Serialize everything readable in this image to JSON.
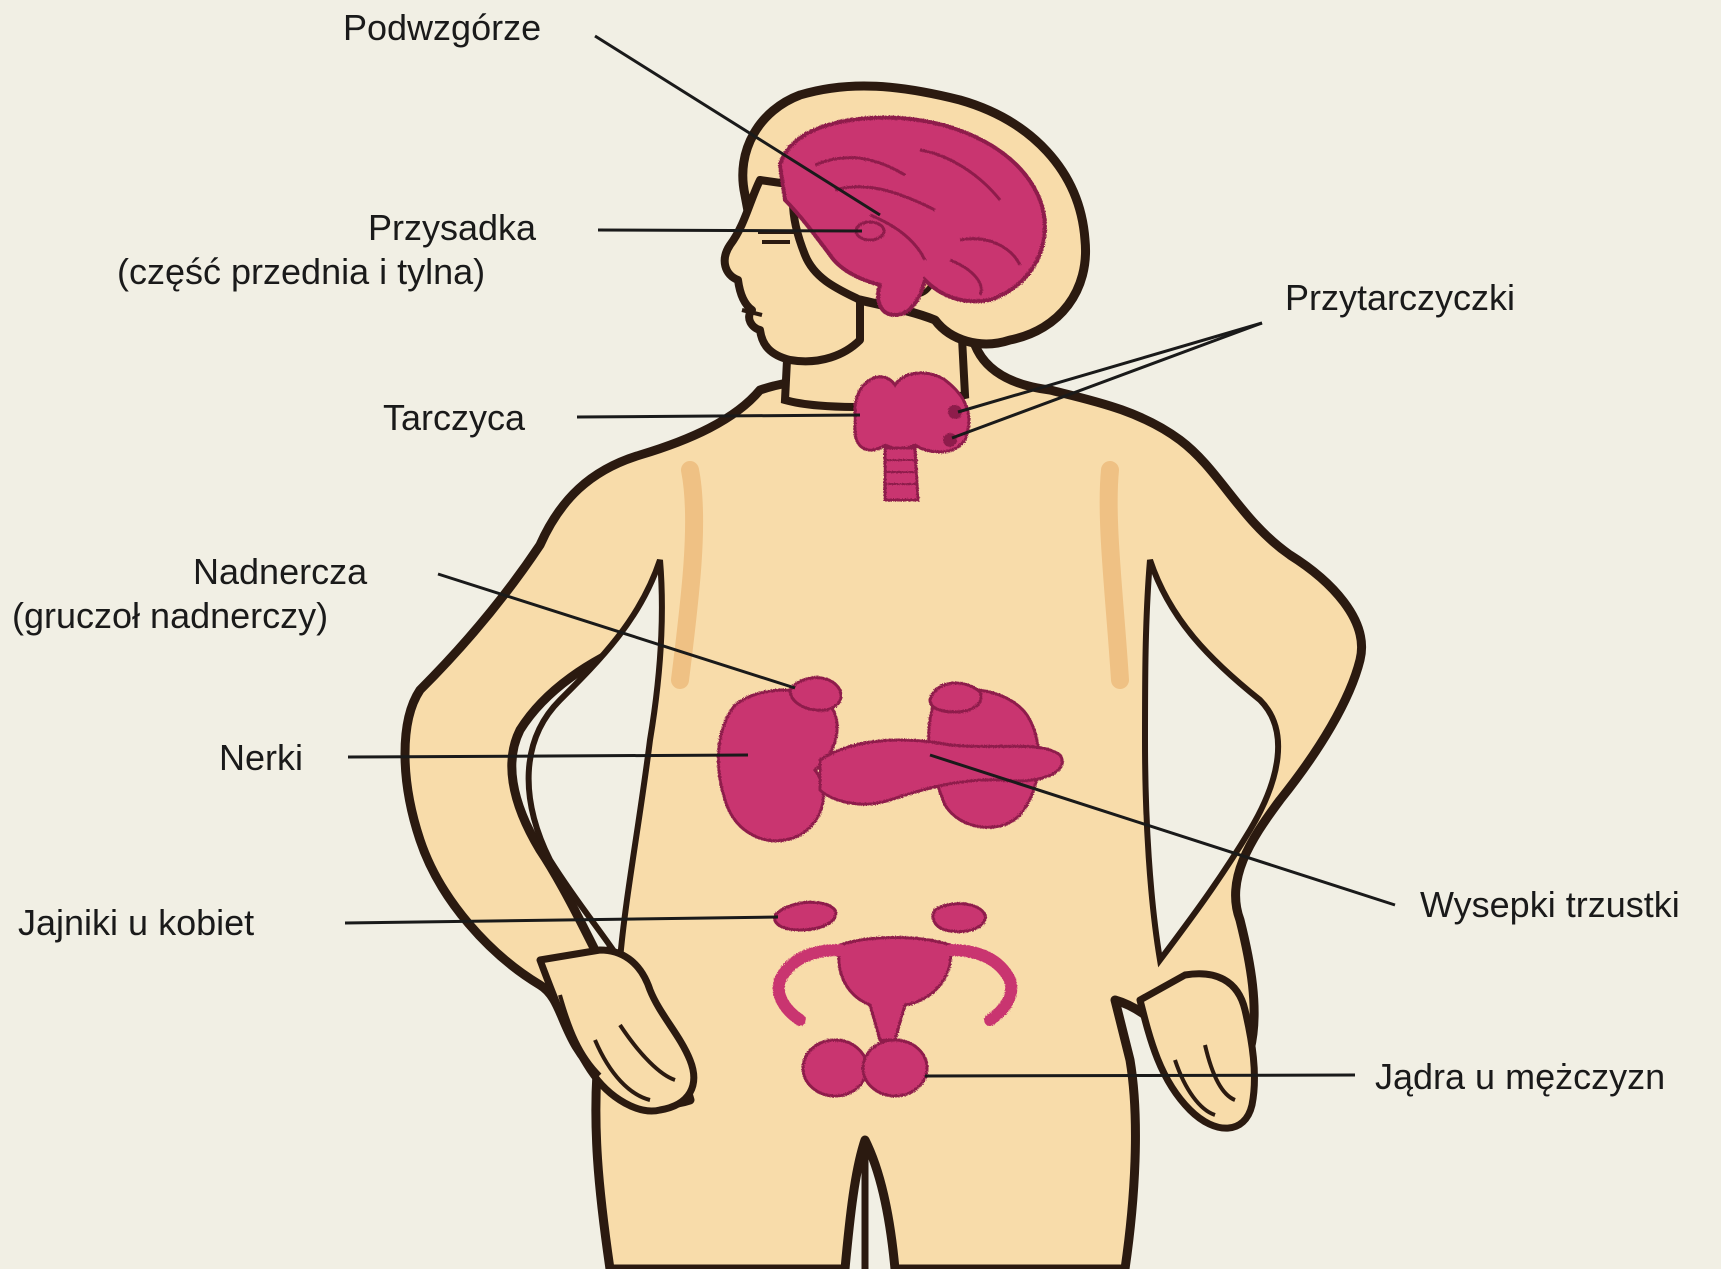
{
  "colors": {
    "background": "#f1efe4",
    "skin": "#f8dcaa",
    "skin_shade": "#efc184",
    "outline": "#2b1a10",
    "gland": "#c9366f",
    "gland_dark": "#8e1d4c",
    "leader_line": "#1a1a1a"
  },
  "labels": {
    "hypothalamus": "Podwzgórze",
    "pituitary_line1": "Przysadka",
    "pituitary_line2": "(część przednia i tylna)",
    "parathyroid": "Przytarczyczki",
    "thyroid": "Tarczyca",
    "adrenal_line1": "Nadnercza",
    "adrenal_line2": "(gruczoł nadnerczy)",
    "kidneys": "Nerki",
    "pancreatic_islets": "Wysepki trzustki",
    "ovaries": "Jajniki u kobiet",
    "testes": "Jądra u mężczyzn"
  }
}
